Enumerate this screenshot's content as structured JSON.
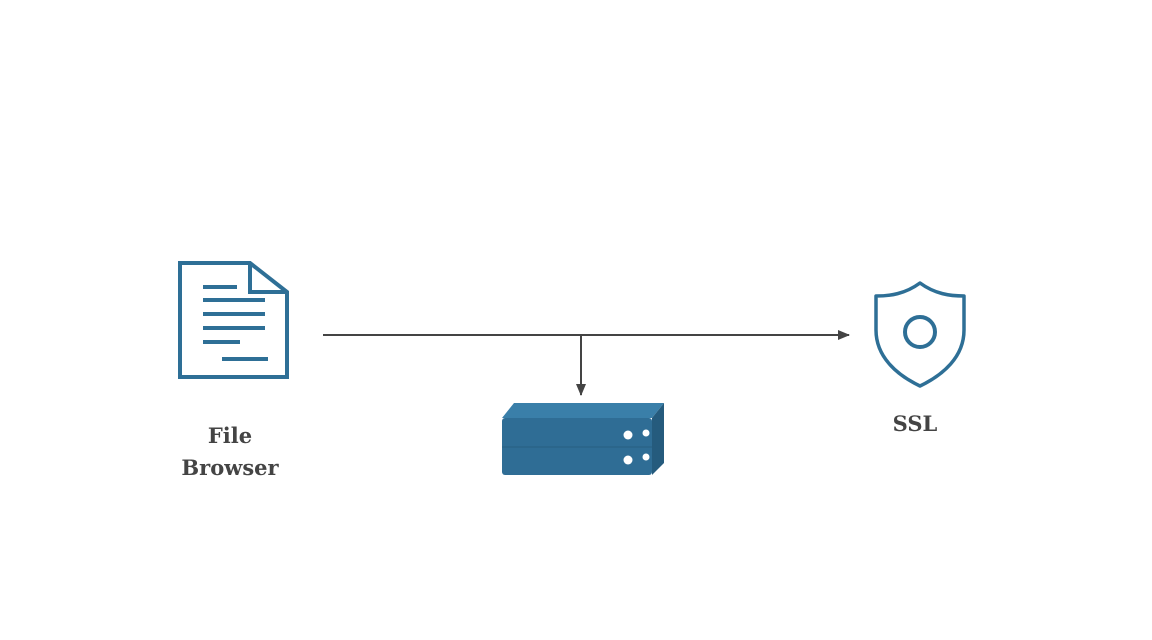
{
  "nodes": {
    "file_browser": {
      "label_line1": "File",
      "label_line2": "Browser",
      "icon": "document-icon"
    },
    "server": {
      "icon": "server-icon"
    },
    "ssl": {
      "label": "SSL",
      "icon": "shield-icon"
    }
  },
  "edges": [
    {
      "from": "file_browser",
      "to": "ssl",
      "style": "arrow"
    },
    {
      "from": "file_browser-ssl-line",
      "to": "server",
      "style": "arrow"
    }
  ],
  "colors": {
    "icon_blue": "#2e6f96",
    "server_blue": "#2f6d95",
    "server_top": "#3a7fa9",
    "server_side": "#255b7d",
    "arrow": "#444444",
    "label": "#444444",
    "background": "#ffffff"
  }
}
